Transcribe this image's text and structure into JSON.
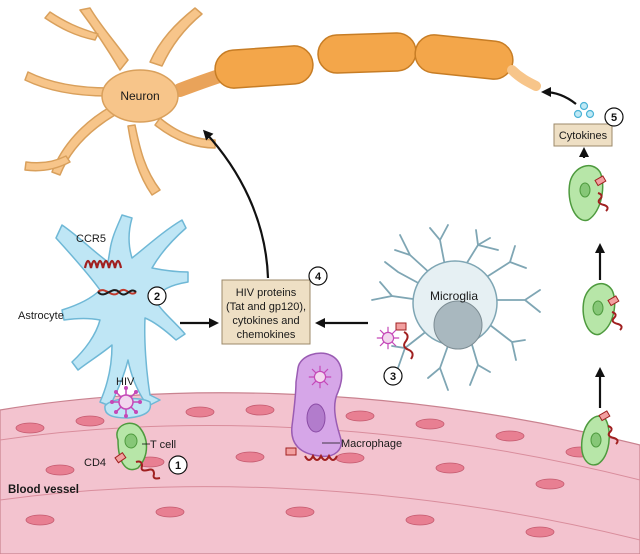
{
  "labels": {
    "neuron": "Neuron",
    "ccr5": "CCR5",
    "astrocyte": "Astrocyte",
    "hiv": "HIV",
    "t_cell": "T cell",
    "cd4": "CD4",
    "blood_vessel": "Blood vessel",
    "microglia": "Microglia",
    "macrophage": "Macrophage",
    "cytokines": "Cytokines",
    "hiv_box_lines": [
      "HIV proteins",
      "(Tat and gp120),",
      "cytokines and",
      "chemokines"
    ]
  },
  "steps": [
    "1",
    "2",
    "3",
    "4",
    "5"
  ],
  "colors": {
    "neuron": "#f7c58a",
    "axon": "#f3a64a",
    "astrocyte": "#bfe6f5",
    "microglia": "#e6f0f3",
    "nucleus": "#a9b8bf",
    "green_cell": "#b7e6a8",
    "macrophage": "#d6a6e8",
    "vessel": "#f3c3cf",
    "receptor": "#a02020",
    "virus": "#c548b8",
    "box": "#eedfc4"
  }
}
